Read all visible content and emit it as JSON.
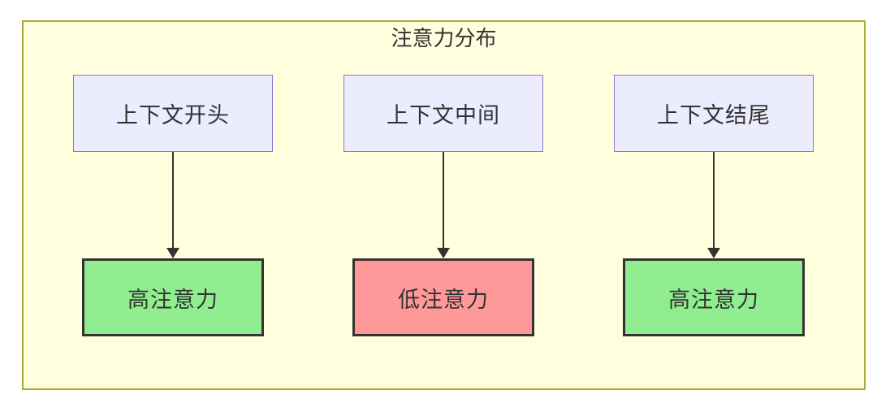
{
  "diagram": {
    "title": "注意力分布",
    "colors": {
      "container_fill": "#ffffde",
      "container_border": "#aaaa33",
      "node_fill": "#ececff",
      "node_border": "#9370db",
      "high_fill": "#90ee90",
      "low_fill": "#ff9999",
      "result_border": "#333333",
      "arrow_color": "#333333",
      "text_color": "#333333"
    },
    "columns": [
      {
        "id": "start",
        "source": "上下文开头",
        "result": "高注意力",
        "level": "high"
      },
      {
        "id": "middle",
        "source": "上下文中间",
        "result": "低注意力",
        "level": "low"
      },
      {
        "id": "end",
        "source": "上下文结尾",
        "result": "高注意力",
        "level": "high"
      }
    ]
  }
}
